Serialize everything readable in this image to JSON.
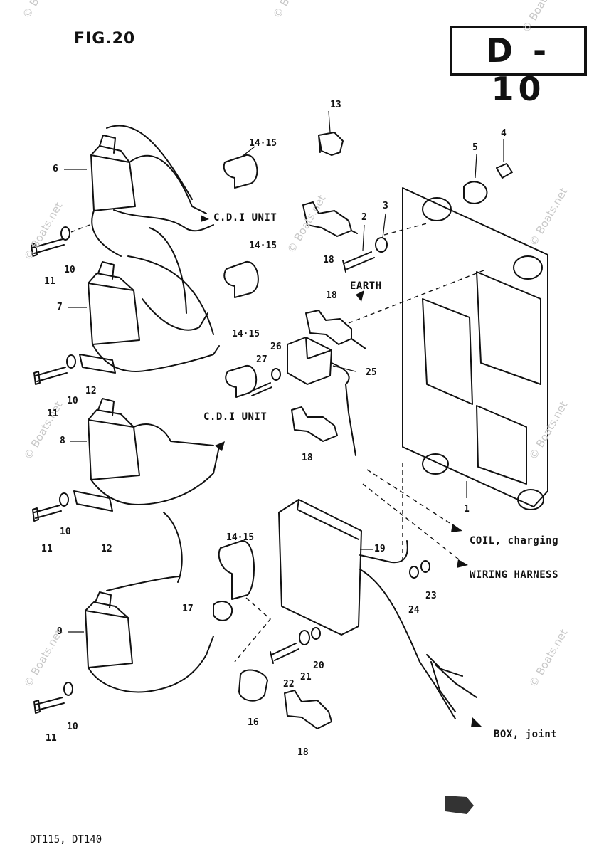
{
  "figure": {
    "title": "FIG.20",
    "code": "D - 10",
    "models": "DT115, DT140"
  },
  "watermark": "© Boats.net",
  "callouts": {
    "n13": "13",
    "n14_15a": "14·15",
    "n14_15b": "14·15",
    "n14_15c": "14·15",
    "n14_15d": "14·15",
    "n4": "4",
    "n5": "5",
    "n6": "6",
    "n7": "7",
    "n8": "8",
    "n9": "9",
    "n2": "2",
    "n3": "3",
    "n18a": "18",
    "n18b": "18",
    "n18c": "18",
    "n18d": "18",
    "n11a": "11",
    "n10a": "10",
    "n11b": "11",
    "n10b": "10",
    "n12a": "12",
    "n11c": "11",
    "n10c": "10",
    "n12b": "12",
    "n11d": "11",
    "n10d": "10",
    "n26": "26",
    "n27": "27",
    "n25": "25",
    "n1": "1",
    "n19": "19",
    "n17": "17",
    "n16": "16",
    "n22": "22",
    "n21": "21",
    "n20": "20",
    "n24": "24",
    "n23": "23"
  },
  "labels": {
    "cdi_unit_1": "C.D.I UNIT",
    "cdi_unit_2": "C.D.I UNIT",
    "earth": "EARTH",
    "coil_charging": "COIL, charging",
    "wiring_harness": "WIRING HARNESS",
    "box_joint": "BOX, joint"
  }
}
